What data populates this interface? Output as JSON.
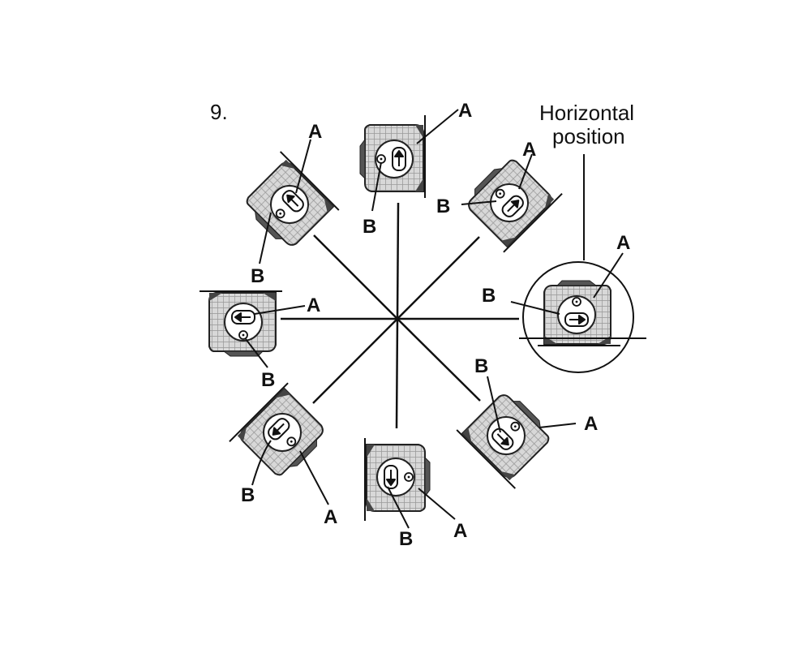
{
  "step_number": "9.",
  "caption": {
    "line1": "Horizontal",
    "line2": "position"
  },
  "callout_labels": {
    "a": "A",
    "b": "B"
  },
  "colors": {
    "ink": "#111111",
    "body_fill": "#d2d2d2",
    "background": "#ffffff"
  },
  "icons": {
    "device": "mounted-sensor-unit-icon",
    "arrow": "up-arrow-icon",
    "screw": "screw-icon"
  }
}
